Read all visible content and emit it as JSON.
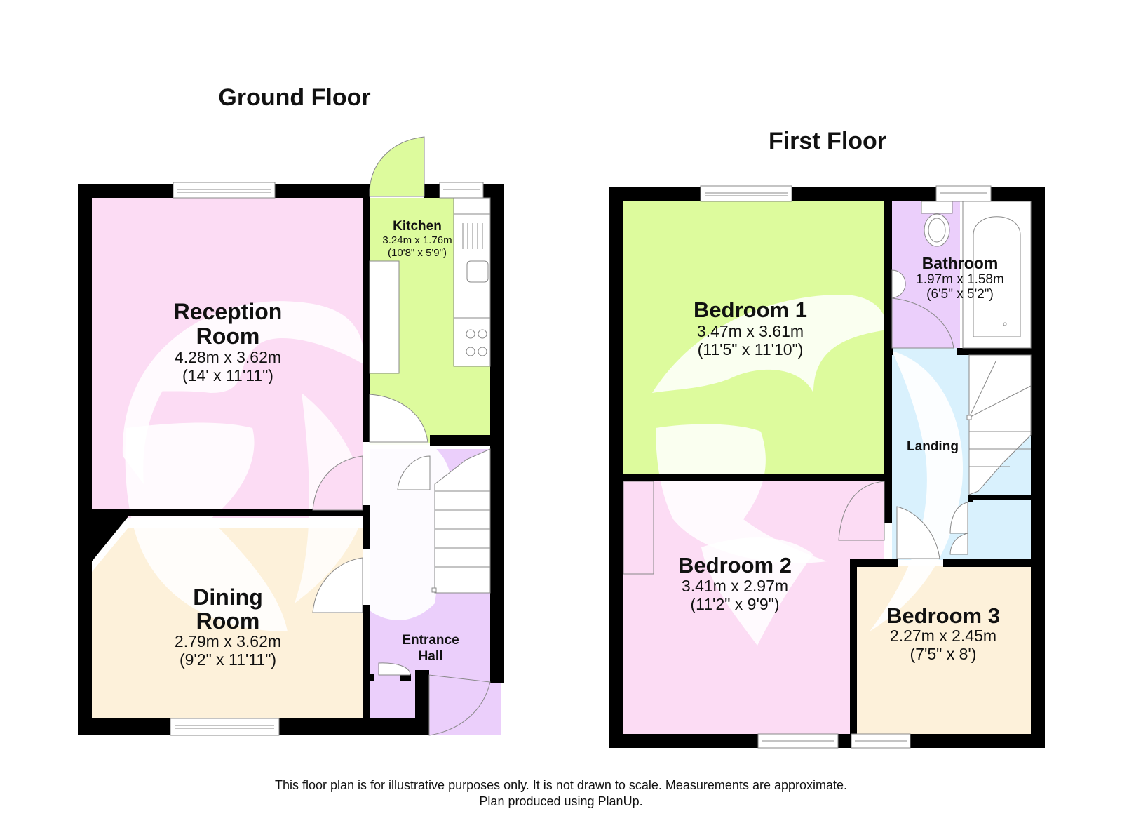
{
  "floors": {
    "ground": {
      "title": "Ground Floor",
      "rooms": {
        "reception": {
          "name_line1": "Reception",
          "name_line2": "Room",
          "dim_m": "4.28m x 3.62m",
          "dim_ft": "(14' x 11'11\")",
          "color": "#fcdcf4"
        },
        "kitchen": {
          "name": "Kitchen",
          "dim_m": "3.24m x 1.76m",
          "dim_ft": "(10'8\" x 5'9\")",
          "color": "#ddfb9d"
        },
        "dining": {
          "name_line1": "Dining",
          "name_line2": "Room",
          "dim_m": "2.79m x 3.62m",
          "dim_ft": "(9'2\" x 11'11\")",
          "color": "#fdf1da"
        },
        "entrance": {
          "name_line1": "Entrance",
          "name_line2": "Hall",
          "color": "#ebcffb"
        }
      }
    },
    "first": {
      "title": "First Floor",
      "rooms": {
        "bedroom1": {
          "name": "Bedroom 1",
          "dim_m": "3.47m x 3.61m",
          "dim_ft": "(11'5\" x 11'10\")",
          "color": "#ddfb9d"
        },
        "bathroom": {
          "name": "Bathroom",
          "dim_m": "1.97m x 1.58m",
          "dim_ft": "(6'5\" x 5'2\")",
          "color": "#ebcffb"
        },
        "landing": {
          "name": "Landing",
          "color": "#d9f1fd"
        },
        "bedroom2": {
          "name": "Bedroom 2",
          "dim_m": "3.41m x 2.97m",
          "dim_ft": "(11'2\" x 9'9\")",
          "color": "#fcdcf4"
        },
        "bedroom3": {
          "name": "Bedroom 3",
          "dim_m": "2.27m x 2.45m",
          "dim_ft": "(7'5\" x 8')",
          "color": "#fdf1da"
        }
      }
    }
  },
  "colors": {
    "wall": "#000000",
    "fixture_line": "#777777"
  },
  "footer": {
    "line1": "This floor plan is for illustrative purposes only. It is not drawn to scale. Measurements are approximate.",
    "line2": "Plan produced using PlanUp."
  }
}
